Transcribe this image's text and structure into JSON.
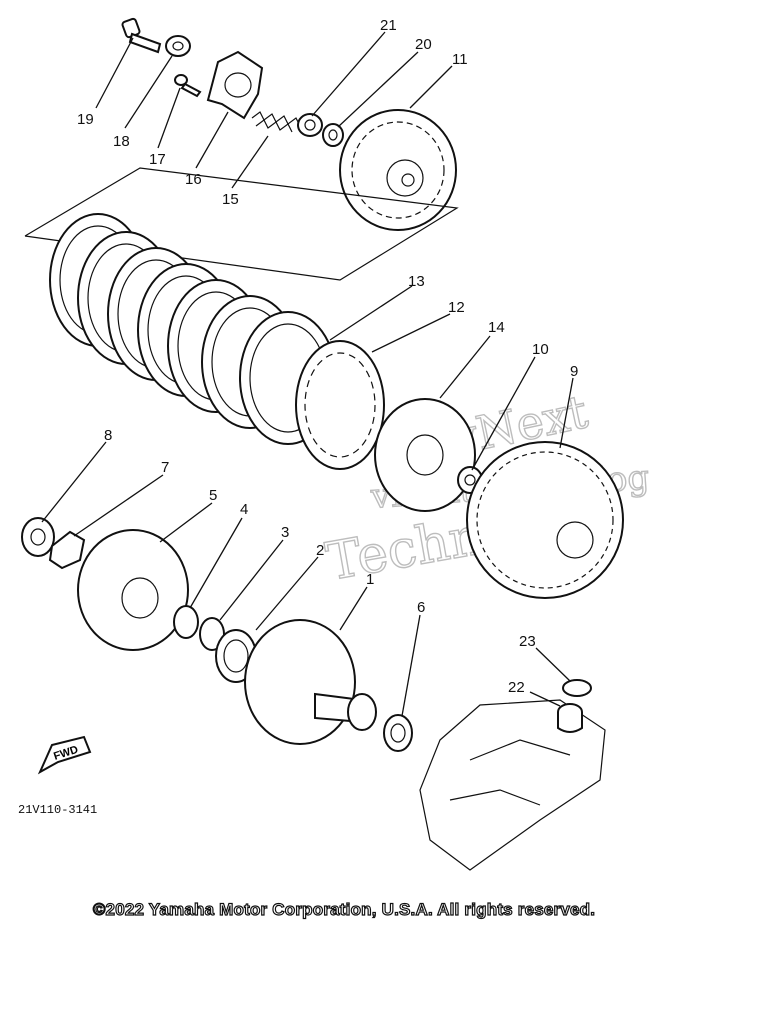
{
  "diagram": {
    "callouts": [
      {
        "id": "19",
        "label": "19"
      },
      {
        "id": "18",
        "label": "18"
      },
      {
        "id": "17",
        "label": "17"
      },
      {
        "id": "16",
        "label": "16"
      },
      {
        "id": "15",
        "label": "15"
      },
      {
        "id": "21",
        "label": "21"
      },
      {
        "id": "20",
        "label": "20"
      },
      {
        "id": "11",
        "label": "11"
      },
      {
        "id": "13",
        "label": "13"
      },
      {
        "id": "12",
        "label": "12"
      },
      {
        "id": "14",
        "label": "14"
      },
      {
        "id": "10",
        "label": "10"
      },
      {
        "id": "9",
        "label": "9"
      },
      {
        "id": "8",
        "label": "8"
      },
      {
        "id": "7",
        "label": "7"
      },
      {
        "id": "5",
        "label": "5"
      },
      {
        "id": "4",
        "label": "4"
      },
      {
        "id": "3",
        "label": "3"
      },
      {
        "id": "2",
        "label": "2"
      },
      {
        "id": "1",
        "label": "1"
      },
      {
        "id": "6",
        "label": "6"
      },
      {
        "id": "23",
        "label": "23"
      },
      {
        "id": "22",
        "label": "22"
      }
    ],
    "fwd_label": "FWD",
    "drawing_code": "21V110-3141",
    "watermark_top": "vNext",
    "watermark_mid": "vNextTechnolog",
    "watermark_bottom": "Technolog"
  },
  "footer": {
    "copyright": "©2022 Yamaha Motor Corporation, U.S.A. All rights reserved."
  }
}
